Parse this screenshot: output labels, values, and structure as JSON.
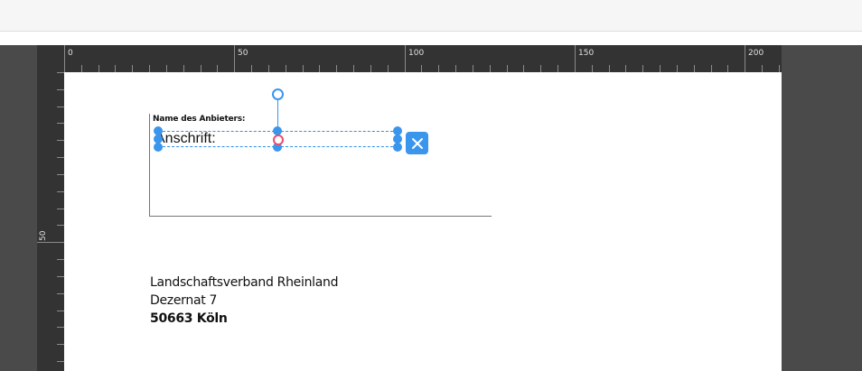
{
  "ruler": {
    "horizontal_labels": [
      "0",
      "50",
      "100",
      "150",
      "200"
    ],
    "vertical_labels": [
      "50"
    ]
  },
  "document": {
    "field_label": "Name des Anbieters:",
    "selected_text": "Anschrift:",
    "address": {
      "line1": "Landschaftsverband Rheinland",
      "line2": "Dezernat 7",
      "line3": "50663 Köln"
    }
  },
  "icons": {
    "close": "close-icon",
    "rotate": "rotate-handle-icon",
    "center": "center-handle-icon"
  },
  "colors": {
    "selection": "#3a95ec",
    "center_handle": "#ea4e6e",
    "ruler_bg": "#333333",
    "canvas_bg": "#4a4a4a"
  }
}
